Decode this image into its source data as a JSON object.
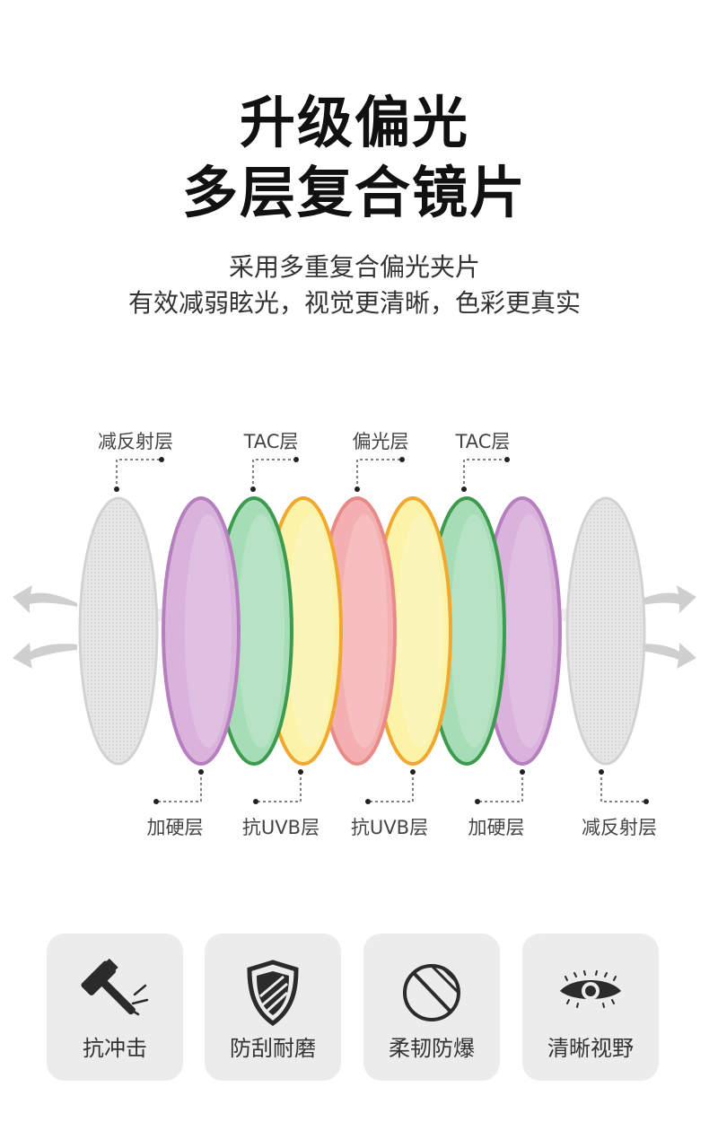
{
  "heading": {
    "line1": "升级偏光",
    "line2": "多层复合镜片"
  },
  "subheading": {
    "line1": "采用多重复合偏光夹片",
    "line2": "有效减弱眩光，视觉更清晰，色彩更真实"
  },
  "layers": {
    "top_labels": [
      "减反射层",
      "TAC层",
      "偏光层",
      "TAC层"
    ],
    "bottom_labels": [
      "加硬层",
      "抗UVB层",
      "抗UVB层",
      "加硬层",
      "减反射层"
    ],
    "colors": {
      "anti_reflective": "#e4e4e4",
      "hard_coat": "#d6a9d6",
      "tac": "#9fdcb0",
      "uvb": "#fbf19a",
      "polarizer": "#f3a6a6"
    }
  },
  "features": [
    {
      "icon": "hammer-icon",
      "label": "抗冲击"
    },
    {
      "icon": "shield-icon",
      "label": "防刮耐磨"
    },
    {
      "icon": "half-circle-icon",
      "label": "柔韧防爆"
    },
    {
      "icon": "eye-icon",
      "label": "清晰视野"
    }
  ]
}
